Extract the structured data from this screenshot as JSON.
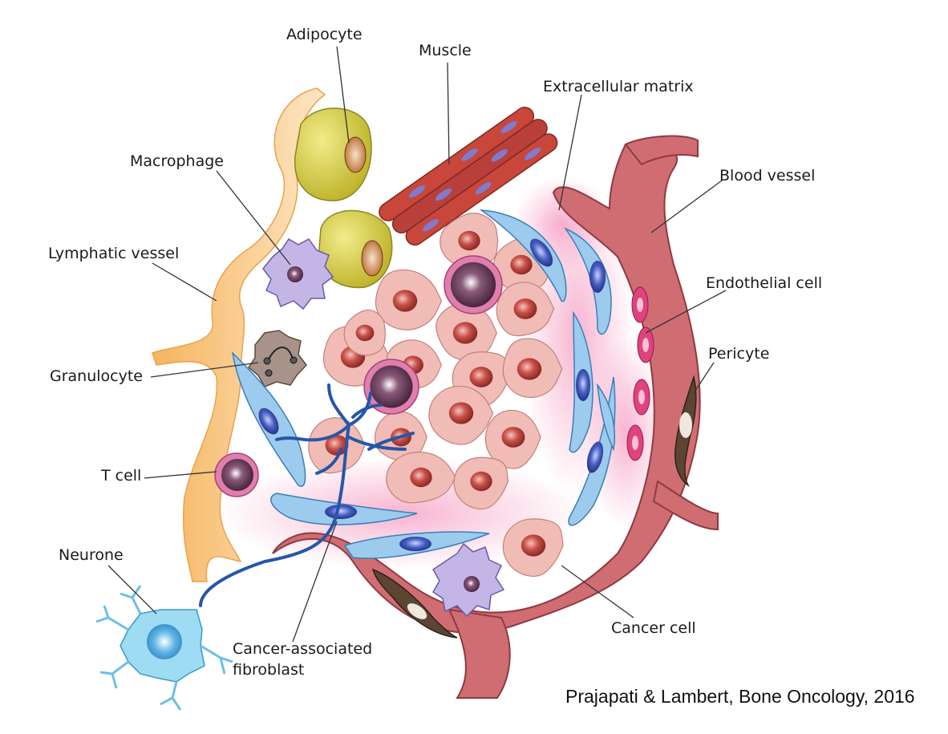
{
  "labels": {
    "adipocyte": "Adipocyte",
    "muscle": "Muscle",
    "extracellular_matrix": "Extracellular matrix",
    "macrophage": "Macrophage",
    "blood_vessel": "Blood vessel",
    "lymphatic_vessel": "Lymphatic vessel",
    "endothelial_cell": "Endothelial cell",
    "pericyte": "Pericyte",
    "granulocyte": "Granulocyte",
    "t_cell": "T cell",
    "neurone": "Neurone",
    "caf_line1": "Cancer-associated",
    "caf_line2": "fibroblast",
    "cancer_cell": "Cancer cell"
  },
  "citation": "Prajapati & Lambert, Bone Oncology, 2016",
  "colors": {
    "blood_vessel": "#c95a63",
    "lymphatic": "#f7bb6e",
    "cancer_cell": "#f1b8b4",
    "cancer_nucleus": "#b13a34",
    "adipocyte": "#c9c23a",
    "muscle": "#b8433a",
    "fibroblast": "#8cc0e6",
    "fibroblast_nucleus": "#2f43a8",
    "endothelial": "#d43a73",
    "pericyte": "#5b4232",
    "macrophage": "#b5a6d9",
    "granulocyte": "#9b8a80",
    "t_cell": "#d96ea0",
    "neurone": "#8fd3ec",
    "nerve": "#2656a8",
    "ecm": "#f2a3c4"
  }
}
